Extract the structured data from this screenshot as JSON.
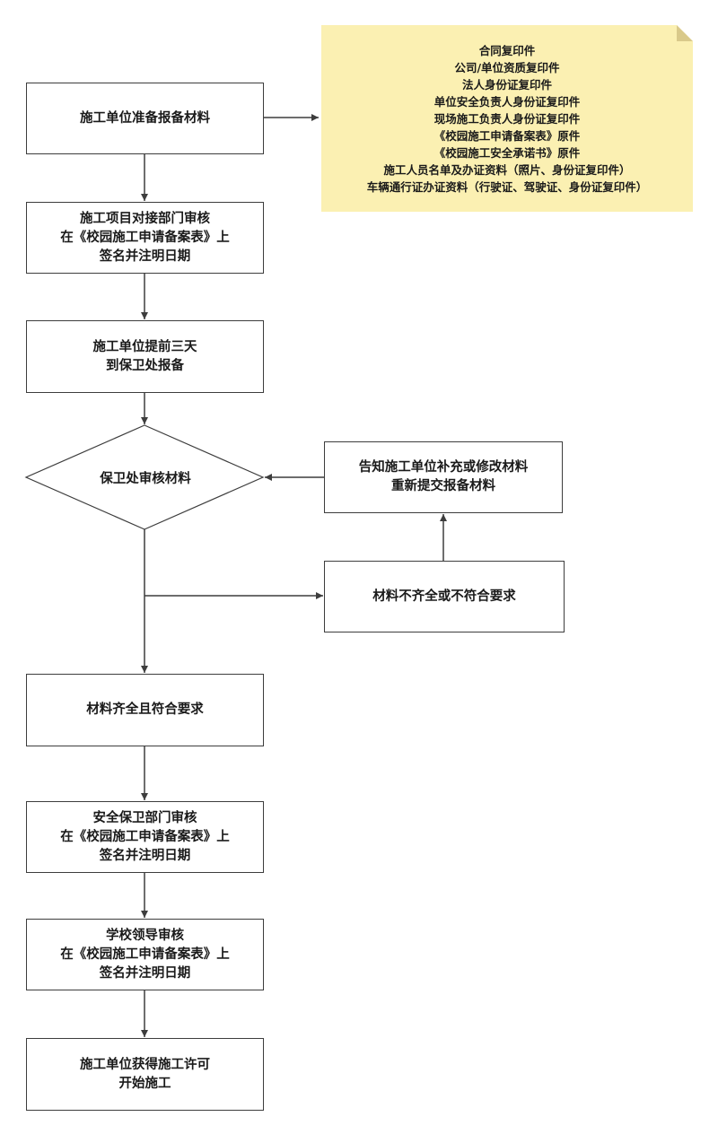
{
  "steps": {
    "prepare": [
      "施工单位准备报备材料"
    ],
    "dept_review": [
      "施工项目对接部门审核",
      "在《校园施工申请备案表》上",
      "签名并注明日期"
    ],
    "report": [
      "施工单位提前三天",
      "到保卫处报备"
    ],
    "review_decision": [
      "保卫处审核材料"
    ],
    "incomplete": [
      "材料不齐全或不符合要求"
    ],
    "resubmit": [
      "告知施工单位补充或修改材料",
      "重新提交报备材料"
    ],
    "complete": [
      "材料齐全且符合要求"
    ],
    "security_review": [
      "安全保卫部门审核",
      "在《校园施工申请备案表》上",
      "签名并注明日期"
    ],
    "leader_review": [
      "学校领导审核",
      "在《校园施工申请备案表》上",
      "签名并注明日期"
    ],
    "permit": [
      "施工单位获得施工许可",
      "开始施工"
    ]
  },
  "materials_note": {
    "items": [
      "合同复印件",
      "公司/单位资质复印件",
      "法人身份证复印件",
      "单位安全负责人身份证复印件",
      "现场施工负责人身份证复印件",
      "《校园施工申请备案表》原件",
      "《校园施工安全承诺书》原件",
      "施工人员名单及办证资料（照片、身份证复印件）",
      "车辆通行证办证资料（行驶证、驾驶证、身份证复印件）"
    ],
    "color": "#fbf0b2"
  },
  "colors": {
    "line": "#3d3d3d",
    "box_border": "#3d3d3d",
    "text": "#1a1a1a"
  }
}
